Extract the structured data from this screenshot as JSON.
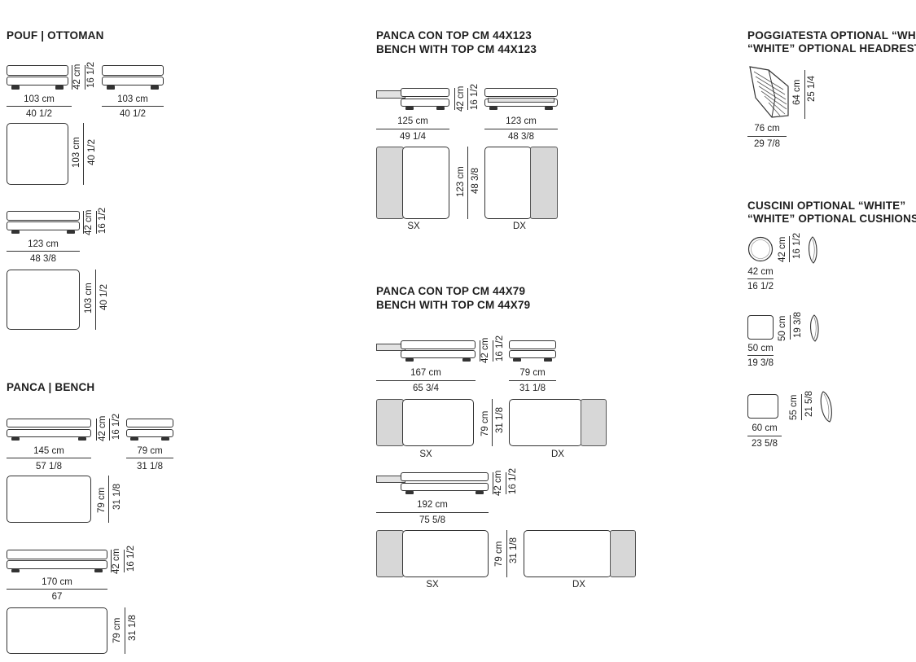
{
  "sections": {
    "pouf": {
      "title": "POUF | OTTOMAN"
    },
    "panca": {
      "title": "PANCA | BENCH"
    },
    "panca_123": {
      "title_line1": "PANCA CON TOP CM 44X123",
      "title_line2": "BENCH WITH TOP CM 44X123"
    },
    "panca_79": {
      "title_line1": "PANCA CON TOP CM 44X79",
      "title_line2": "BENCH WITH TOP CM 44X79"
    },
    "headrest": {
      "title_line1": "POGGIATESTA OPTIONAL “WHITE”",
      "title_line2": "“WHITE” OPTIONAL HEADREST"
    },
    "cushions": {
      "title_line1": "CUSCINI OPTIONAL “WHITE”",
      "title_line2": "“WHITE” OPTIONAL CUSHIONS"
    }
  },
  "dims": {
    "h42cm": "42 cm",
    "h16_12": "16 1/2",
    "pouf_w103cm": "103 cm",
    "pouf_w40_12": "40 1/2",
    "pouf_d103cm": "103 cm",
    "pouf_d40_12": "40 1/2",
    "pouf2_w123cm": "123 cm",
    "pouf2_w48_38": "48 3/8",
    "pouf2_d103cm": "103 cm",
    "pouf2_d40_12": "40 1/2",
    "bench_w145cm": "145 cm",
    "bench_w57_18": "57 1/8",
    "bench_d79cm": "79 cm",
    "bench_d31_18": "31 1/8",
    "bench_side79cm": "79 cm",
    "bench_side31_18": "31 1/8",
    "bench2_w170cm": "170 cm",
    "bench2_w67": "67",
    "b123_w125cm": "125 cm",
    "b123_w49_14": "49 1/4",
    "b123_side123cm": "123 cm",
    "b123_side48_38": "48 3/8",
    "b123_d123cm": "123 cm",
    "b123_d48_38": "48 3/8",
    "b79_w167cm": "167 cm",
    "b79_w65_34": "65 3/4",
    "b79_side79cm": "79 cm",
    "b79_side31_18": "31 1/8",
    "b79_d79cm": "79 cm",
    "b79_d31_18": "31 1/8",
    "b79b_w192cm": "192 cm",
    "b79b_w75_58": "75 5/8",
    "b79b_d79cm": "79 cm",
    "b79b_d31_18": "31 1/8",
    "hr_h64cm": "64 cm",
    "hr_h25_14": "25 1/4",
    "hr_w76cm": "76 cm",
    "hr_w29_78": "29 7/8",
    "c1_h42cm": "42 cm",
    "c1_h16_12": "16 1/2",
    "c1_w42cm": "42 cm",
    "c1_w16_12": "16 1/2",
    "c2_h50cm": "50 cm",
    "c2_h19_38": "19 3/8",
    "c2_w50cm": "50 cm",
    "c2_w19_38": "19 3/8",
    "c3_h55cm": "55 cm",
    "c3_h21_58": "21 5/8",
    "c3_w60cm": "60 cm",
    "c3_w23_58": "23 5/8"
  },
  "sides": {
    "sx": "SX",
    "dx": "DX"
  },
  "colors": {
    "line": "#333333",
    "pad": "#d7d7d7",
    "background": "#ffffff"
  }
}
